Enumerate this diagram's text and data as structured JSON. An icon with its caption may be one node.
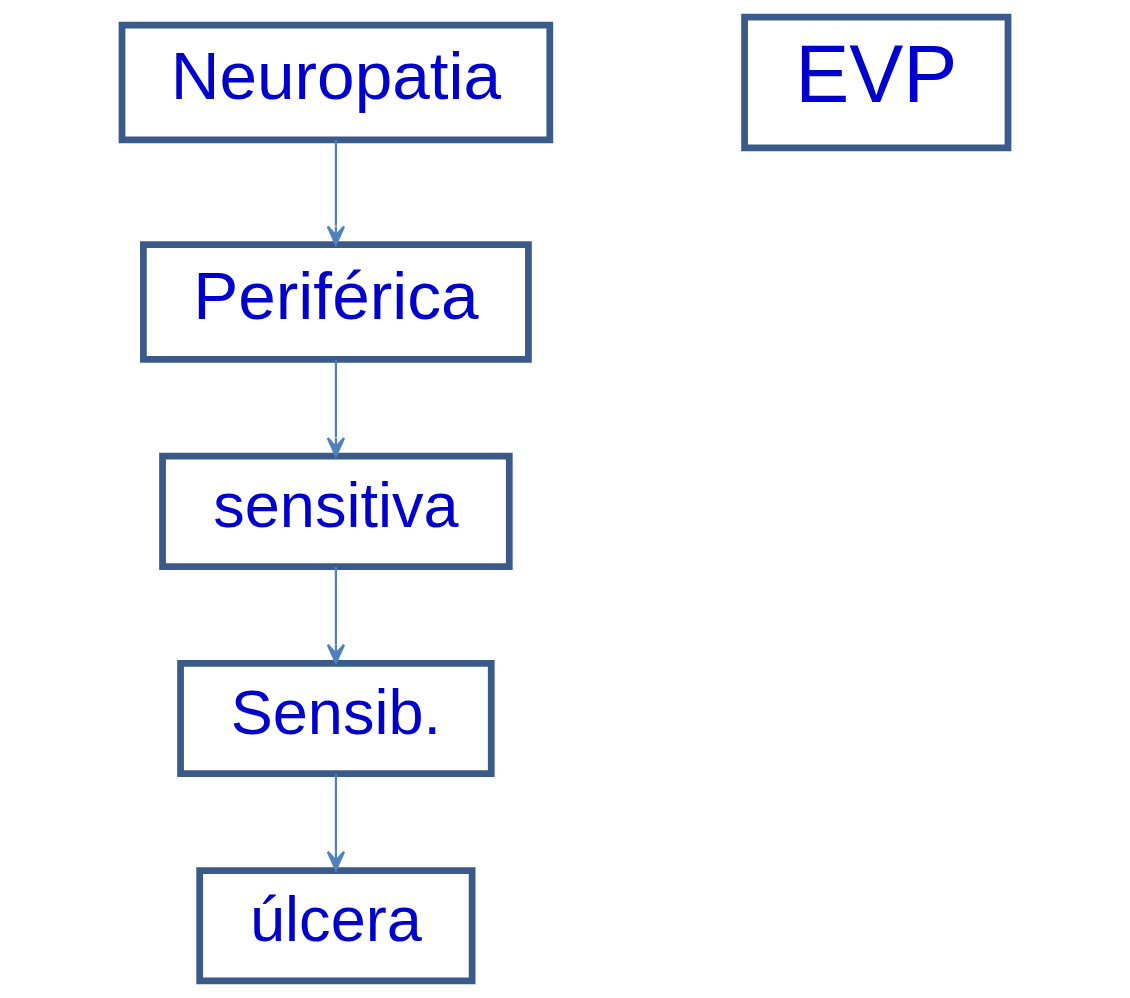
{
  "diagram": {
    "nodes": [
      {
        "text": [
          "Neuropatia"
        ]
      },
      {
        "text": [
          "Periférica"
        ]
      },
      {
        "text": [
          "sensitiva"
        ]
      },
      {
        "text": [
          "Sensib."
        ]
      },
      {
        "text": [
          "EVP"
        ]
      },
      {
        "text": [
          "úlcera"
        ]
      }
    ],
    "edges": [
      {
        "from": 0,
        "to": 1,
        "arrow": "to"
      },
      {
        "from": 1,
        "to": 2,
        "arrow": "to"
      },
      {
        "from": 2,
        "to": 3,
        "arrow": "to"
      },
      {
        "from": 3,
        "to": 5,
        "arrow": "to"
      }
    ]
  }
}
